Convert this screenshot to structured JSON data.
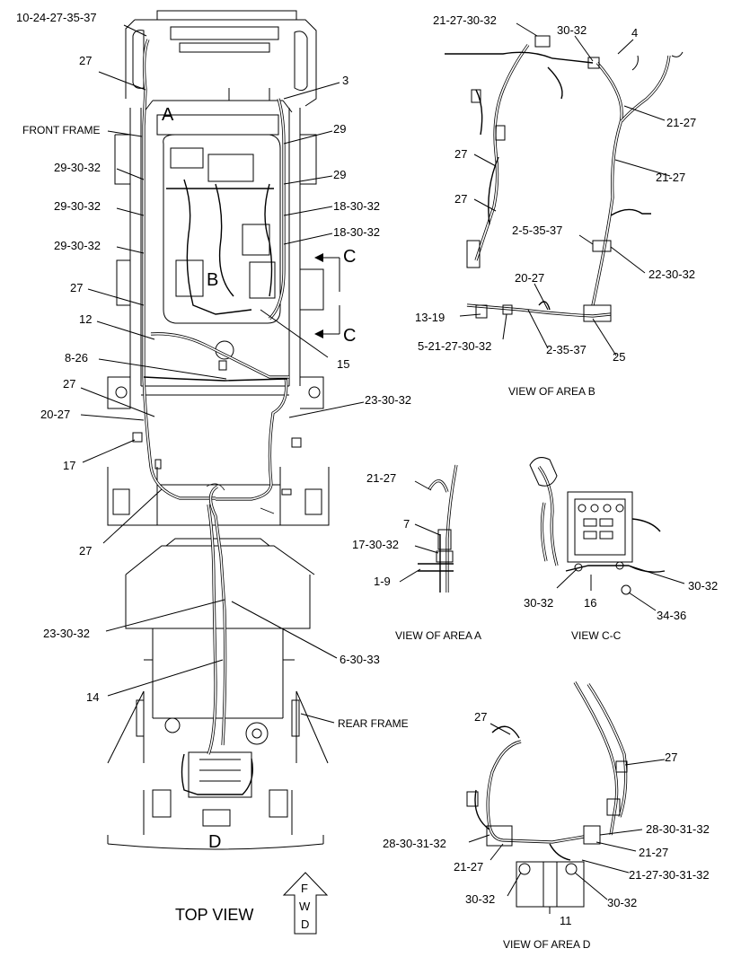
{
  "diagram": {
    "title": "TOP VIEW",
    "fwd_letters": [
      "F",
      "W",
      "D"
    ],
    "main_labels": [
      "10-24-27-35-37",
      "27",
      "3",
      "FRONT FRAME",
      "29",
      "29-30-32",
      "29",
      "29-30-32",
      "18-30-32",
      "29-30-32",
      "18-30-32",
      "27",
      "12",
      "15",
      "8-26",
      "27",
      "23-30-32",
      "20-27",
      "17",
      "27",
      "23-30-32",
      "6-30-33",
      "14",
      "REAR FRAME"
    ],
    "area_letters": [
      "A",
      "B",
      "C",
      "C",
      "D"
    ],
    "view_b": {
      "caption": "VIEW OF AREA B",
      "labels": [
        "21-27-30-32",
        "30-32",
        "4",
        "21-27",
        "27",
        "21-27",
        "27",
        "2-5-35-37",
        "22-30-32",
        "20-27",
        "13-19",
        "5-21-27-30-32",
        "2-35-37",
        "25"
      ]
    },
    "view_a": {
      "caption": "VIEW OF AREA A",
      "labels": [
        "21-27",
        "7",
        "17-30-32",
        "1-9"
      ]
    },
    "view_cc": {
      "caption": "VIEW C-C",
      "labels": [
        "30-32",
        "16",
        "30-32",
        "34-36"
      ]
    },
    "view_d": {
      "caption": "VIEW OF AREA D",
      "labels": [
        "27",
        "27",
        "28-30-31-32",
        "28-30-31-32",
        "21-27",
        "21-27",
        "21-27-30-31-32",
        "30-32",
        "30-32",
        "11"
      ]
    }
  }
}
